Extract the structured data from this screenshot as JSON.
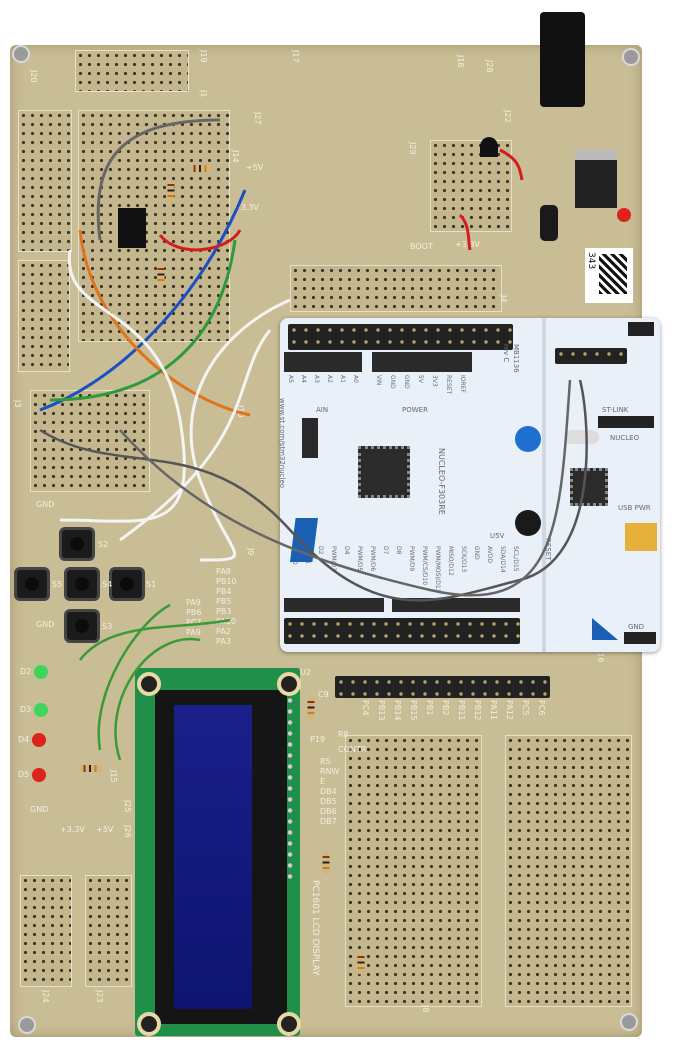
{
  "board": {
    "connectors": [
      "J1",
      "J3",
      "J4",
      "J8",
      "J9",
      "J10",
      "J14",
      "J15",
      "J16",
      "J17",
      "J18",
      "J19",
      "J20",
      "J22",
      "J23",
      "J24",
      "J25",
      "J26",
      "J27",
      "J28",
      "J29"
    ],
    "labels": {
      "gnd": "GND",
      "v5": "+5V",
      "v33": "+3.3V",
      "boot": "BOOT",
      "contr": "CONTR",
      "lcd_title": "PC1601 LCD DISPLAY",
      "qr_number": "343",
      "p19": "P19",
      "u2": "U2",
      "c9": "C9",
      "r8": "R8"
    },
    "lcd_pins": [
      "RS",
      "RNW",
      "E",
      "DB4",
      "DB5",
      "DB6",
      "DB7"
    ],
    "port_pins_left": [
      "PA8",
      "PB10",
      "PB4",
      "PB5",
      "PB3",
      "PA10",
      "PA2",
      "PA3"
    ],
    "port_pins_left2": [
      "PA9",
      "PB6",
      "PC7",
      "PA9"
    ],
    "port_pins_bottom": [
      "PC4",
      "PB13",
      "PB14",
      "PB15",
      "PB1",
      "PB2",
      "PB11",
      "PB12",
      "PA11",
      "PA12",
      "PC5",
      "PC6"
    ],
    "switches": [
      "S2",
      "S5",
      "S4",
      "S1",
      "S3"
    ],
    "leds": [
      {
        "label": "D2",
        "color": "#3fd45a"
      },
      {
        "label": "D3",
        "color": "#3fd45a"
      },
      {
        "label": "D4",
        "color": "#e0221c"
      },
      {
        "label": "D5",
        "color": "#e0221c"
      }
    ]
  },
  "nucleo": {
    "model": "NUCLEO-F303RE",
    "board_id": "MB1136",
    "revision": "rev C",
    "url": "www.st.com/stm32nucleo",
    "power_label": "POWER",
    "power_pins": [
      "VIN",
      "GND",
      "GND",
      "5V",
      "3V3",
      "RESET",
      "IOREF"
    ],
    "ain_label": "AIN",
    "ain_pins": [
      "A5",
      "A4",
      "A3",
      "A2",
      "A1",
      "A0"
    ],
    "digital_pins": [
      "RX/D0",
      "TX/D1",
      "D2",
      "PWM/D3",
      "D4",
      "PWM/D5",
      "PWM/D6",
      "D7",
      "D8",
      "PWM/D9",
      "PWM/CS/D10",
      "PWM/MOSI/D11",
      "MISO/D12",
      "SCK/D13",
      "GND",
      "AVDD",
      "SDA/D14",
      "SCL/D15"
    ],
    "stlink_label": "ST-LINK",
    "nucleo_label": "NUCLEO",
    "usb_pwr_label": "USB PWR",
    "reset_label": "RESET",
    "u5v_label": "U5V",
    "gnd_label": "GND"
  },
  "colors": {
    "board": "#c9bd95",
    "nucleo": "#e9f0f7",
    "lcd_pcb": "#1f8f4a",
    "lcd_screen": "#1a1f8a",
    "user_button": "#1e6fd0"
  }
}
